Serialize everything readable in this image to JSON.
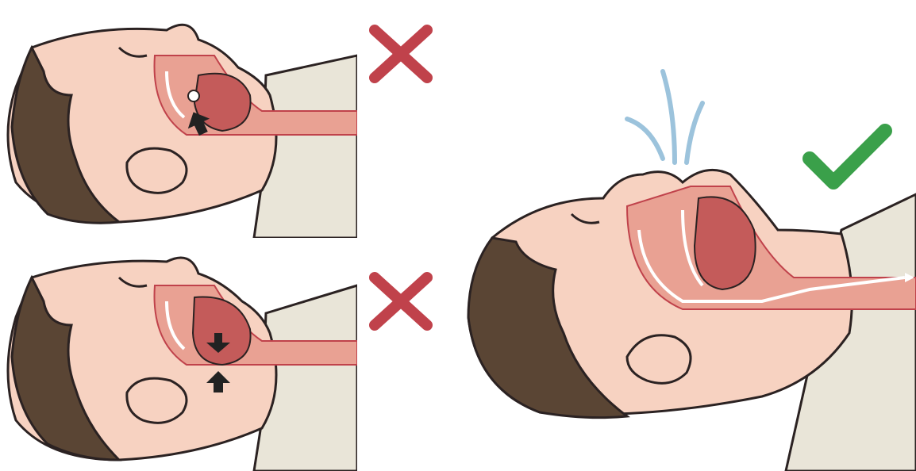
{
  "colors": {
    "skin": "#f7d2c1",
    "skin_shadow": "#efb9a6",
    "hair": "#5a4534",
    "hair_highlight": "#8a6b55",
    "shirt": "#e9e5d8",
    "airway": "#e9a193",
    "tongue": "#c45b5a",
    "outline": "#2b2222",
    "airflow_arrow": "#ffffff",
    "block_arrow": "#222222",
    "cross_red": "#c0424b",
    "check_green": "#3aa04a",
    "breath_blue": "#9cc3dc"
  },
  "panels": [
    {
      "name": "head-tilt-insufficient",
      "status": "incorrect",
      "status_icon": "red-cross-icon",
      "obstruction": "tongue-blocks-throat",
      "arrow_icons": [
        "up-arrow-icon"
      ]
    },
    {
      "name": "jaw-closed",
      "status": "incorrect",
      "status_icon": "red-cross-icon",
      "obstruction": "tongue-pressed-down",
      "arrow_icons": [
        "down-arrow-icon",
        "up-arrow-icon"
      ]
    },
    {
      "name": "head-tilted-back",
      "status": "correct",
      "status_icon": "green-check-icon",
      "obstruction": "none",
      "arrow_icons": [
        "airflow-arrows-icon",
        "breath-lines-icon"
      ]
    }
  ]
}
